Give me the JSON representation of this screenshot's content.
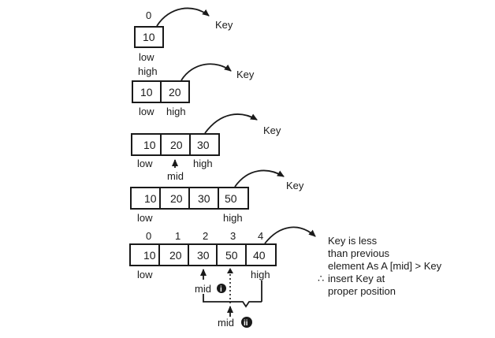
{
  "rows": [
    {
      "values": [
        "10"
      ],
      "indices": [
        "0"
      ],
      "labels_above": [],
      "labels_below": [
        {
          "cell": 0,
          "text": "low"
        }
      ],
      "key_label": "Key"
    },
    {
      "values": [
        "10",
        "20"
      ],
      "indices": [],
      "labels_above": [
        {
          "cell": 0,
          "text": "high"
        }
      ],
      "labels_below": [
        {
          "cell": 0,
          "text": "low"
        },
        {
          "cell": 1,
          "text": "high"
        }
      ],
      "key_label": "Key"
    },
    {
      "values": [
        "10",
        "20",
        "30"
      ],
      "indices": [],
      "labels_above": [],
      "labels_below": [
        {
          "cell": 0,
          "text": "low"
        },
        {
          "cell": 2,
          "text": "high"
        }
      ],
      "mid": {
        "cell": 1,
        "text": "mid"
      },
      "key_label": "Key"
    },
    {
      "values": [
        "10",
        "20",
        "30",
        "50"
      ],
      "indices": [],
      "labels_above": [],
      "labels_below": [
        {
          "cell": 0,
          "text": "low"
        },
        {
          "cell": 3,
          "text": "high"
        }
      ],
      "key_label": "Key"
    },
    {
      "values": [
        "10",
        "20",
        "30",
        "50",
        "40"
      ],
      "indices": [
        "0",
        "1",
        "2",
        "3",
        "4"
      ],
      "labels_above": [],
      "labels_below": [
        {
          "cell": 0,
          "text": "low"
        },
        {
          "cell": 4,
          "text": "high"
        }
      ],
      "mid_i": {
        "cell": 2,
        "text": "mid",
        "marker": "i"
      },
      "mid_ii": {
        "cell": 3,
        "text": "mid",
        "marker": "ii"
      }
    }
  ],
  "note": {
    "lines": [
      "Key is less",
      "than previous",
      "element As A [mid] > Key",
      "insert Key at",
      "proper position"
    ],
    "therefore_symbol": "∴"
  }
}
